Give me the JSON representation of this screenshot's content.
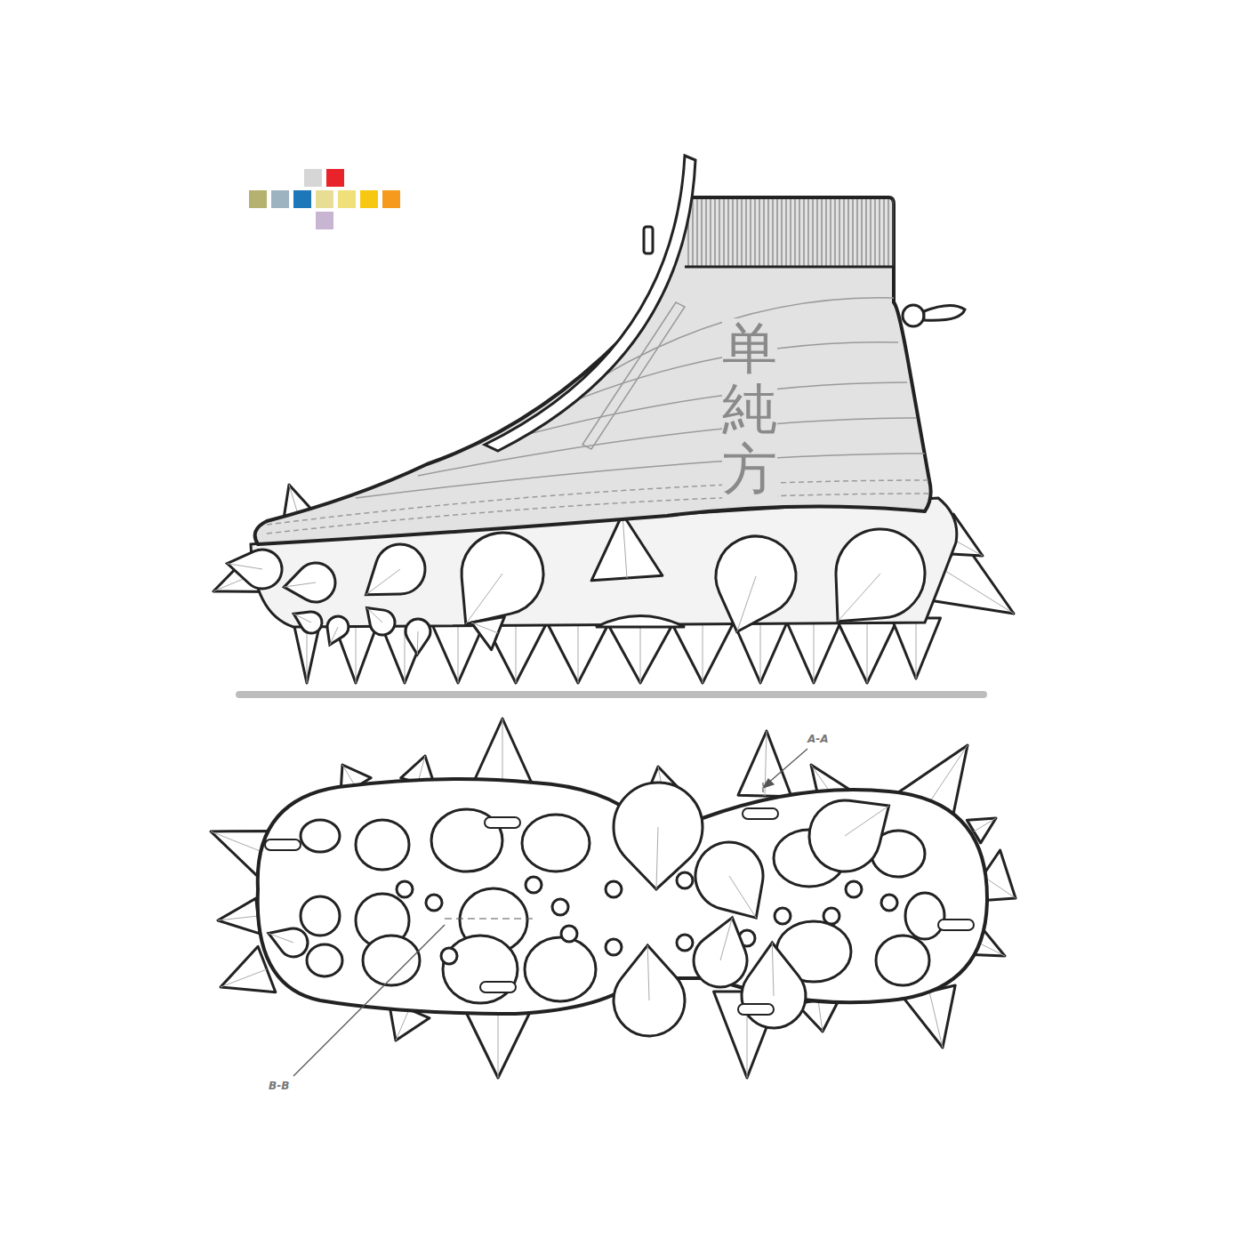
{
  "diagram": {
    "labels": [
      "单純方",
      "A-A",
      "B-B"
    ]
  }
}
